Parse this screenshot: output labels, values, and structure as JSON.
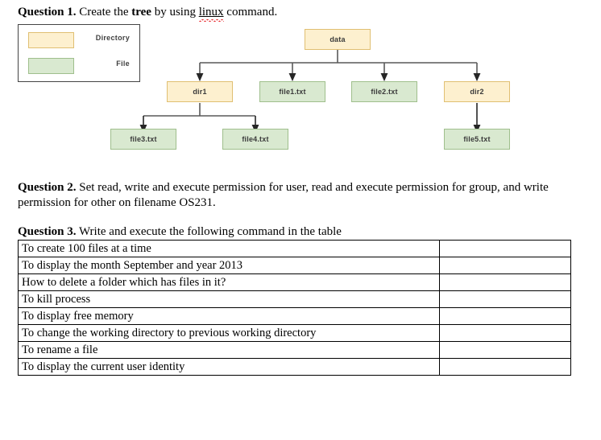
{
  "question1": {
    "label": "Question 1.",
    "text_before": "Create the ",
    "bold_word": "tree",
    "text_mid": " by using ",
    "misspelled_word": "linux",
    "text_after": " command."
  },
  "legend": {
    "rows": [
      {
        "label": "Directory",
        "color": "#fdf0cf",
        "border": "#e0bf72",
        "kind": "directory"
      },
      {
        "label": "File",
        "color": "#d9e9d0",
        "border": "#9fbf8c",
        "kind": "file"
      }
    ]
  },
  "tree": {
    "root": {
      "label": "data",
      "kind": "directory"
    },
    "level2": [
      {
        "label": "dir1",
        "kind": "directory"
      },
      {
        "label": "file1.txt",
        "kind": "file"
      },
      {
        "label": "file2.txt",
        "kind": "file"
      },
      {
        "label": "dir2",
        "kind": "directory"
      }
    ],
    "level3": [
      {
        "label": "file3.txt",
        "kind": "file",
        "parent": "dir1"
      },
      {
        "label": "file4.txt",
        "kind": "file",
        "parent": "dir1"
      },
      {
        "label": "file5.txt",
        "kind": "file",
        "parent": "dir2"
      }
    ],
    "colors": {
      "directory_fill": "#fdf0cf",
      "directory_border": "#e0bf72",
      "file_fill": "#d9e9d0",
      "file_border": "#9fbf8c",
      "connector": "#595959"
    }
  },
  "question2": {
    "label": "Question  2.",
    "text": " Set read, write and execute permission for user, read and execute permission for group, and write permission for other on filename OS231."
  },
  "question3": {
    "label": "Question 3.",
    "text": " Write and execute the following command in the table",
    "table": {
      "rows": [
        {
          "task": "To create 100 files at a time",
          "answer": ""
        },
        {
          "task": "To display the month September and year 2013",
          "answer": ""
        },
        {
          "task": "How to delete a folder which has files in it?",
          "answer": ""
        },
        {
          "task": "To kill process",
          "answer": ""
        },
        {
          "task": "To display free memory",
          "answer": ""
        },
        {
          "task": "To change the working directory to previous working directory",
          "answer": ""
        },
        {
          "task": "To rename a file",
          "answer": ""
        },
        {
          "task": "To display the current user identity",
          "answer": ""
        }
      ]
    }
  }
}
